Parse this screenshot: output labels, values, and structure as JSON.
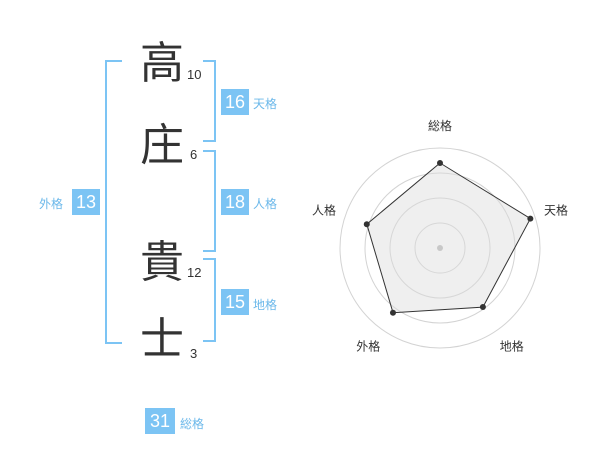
{
  "name_chars": [
    {
      "char": "高",
      "strokes": "10"
    },
    {
      "char": "庄",
      "strokes": "6"
    },
    {
      "char": "貴",
      "strokes": "12"
    },
    {
      "char": "士",
      "strokes": "3"
    }
  ],
  "kaku": {
    "tenkaku": {
      "value": "16",
      "label": "天格"
    },
    "jinkaku": {
      "value": "18",
      "label": "人格"
    },
    "chikaku": {
      "value": "15",
      "label": "地格"
    },
    "gaikaku": {
      "value": "13",
      "label": "外格"
    },
    "soukaku": {
      "value": "31",
      "label": "総格"
    }
  },
  "colors": {
    "accent": "#7cc4f4",
    "label": "#6bb8ea",
    "text": "#333333"
  },
  "chart_data": {
    "type": "radar",
    "axes": [
      "総格",
      "天格",
      "地格",
      "外格",
      "人格"
    ],
    "values": [
      0.85,
      0.95,
      0.73,
      0.8,
      0.77
    ],
    "max": 1,
    "rings": 4
  }
}
